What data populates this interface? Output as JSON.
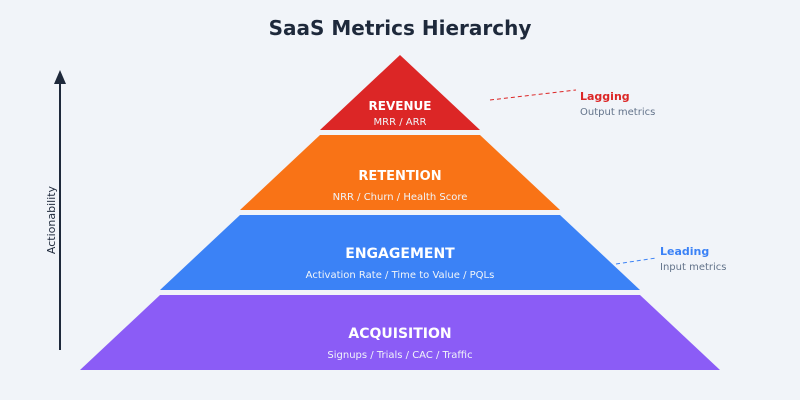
{
  "title": "SaaS Metrics Hierarchy",
  "axis": {
    "label": "Actionability",
    "color": "#1e293b"
  },
  "levels": [
    {
      "name": "REVENUE",
      "metrics": "MRR / ARR",
      "color": "#dc2626"
    },
    {
      "name": "RETENTION",
      "metrics": "NRR / Churn / Health Score",
      "color": "#f97316"
    },
    {
      "name": "ENGAGEMENT",
      "metrics": "Activation Rate / Time to Value / PQLs",
      "color": "#3b82f6"
    },
    {
      "name": "ACQUISITION",
      "metrics": "Signups / Trials / CAC / Traffic",
      "color": "#8b5cf6"
    }
  ],
  "annotations": {
    "lagging": {
      "title": "Lagging",
      "subtitle": "Output metrics",
      "color": "#dc2626"
    },
    "leading": {
      "title": "Leading",
      "subtitle": "Input metrics",
      "color": "#3b82f6"
    }
  }
}
